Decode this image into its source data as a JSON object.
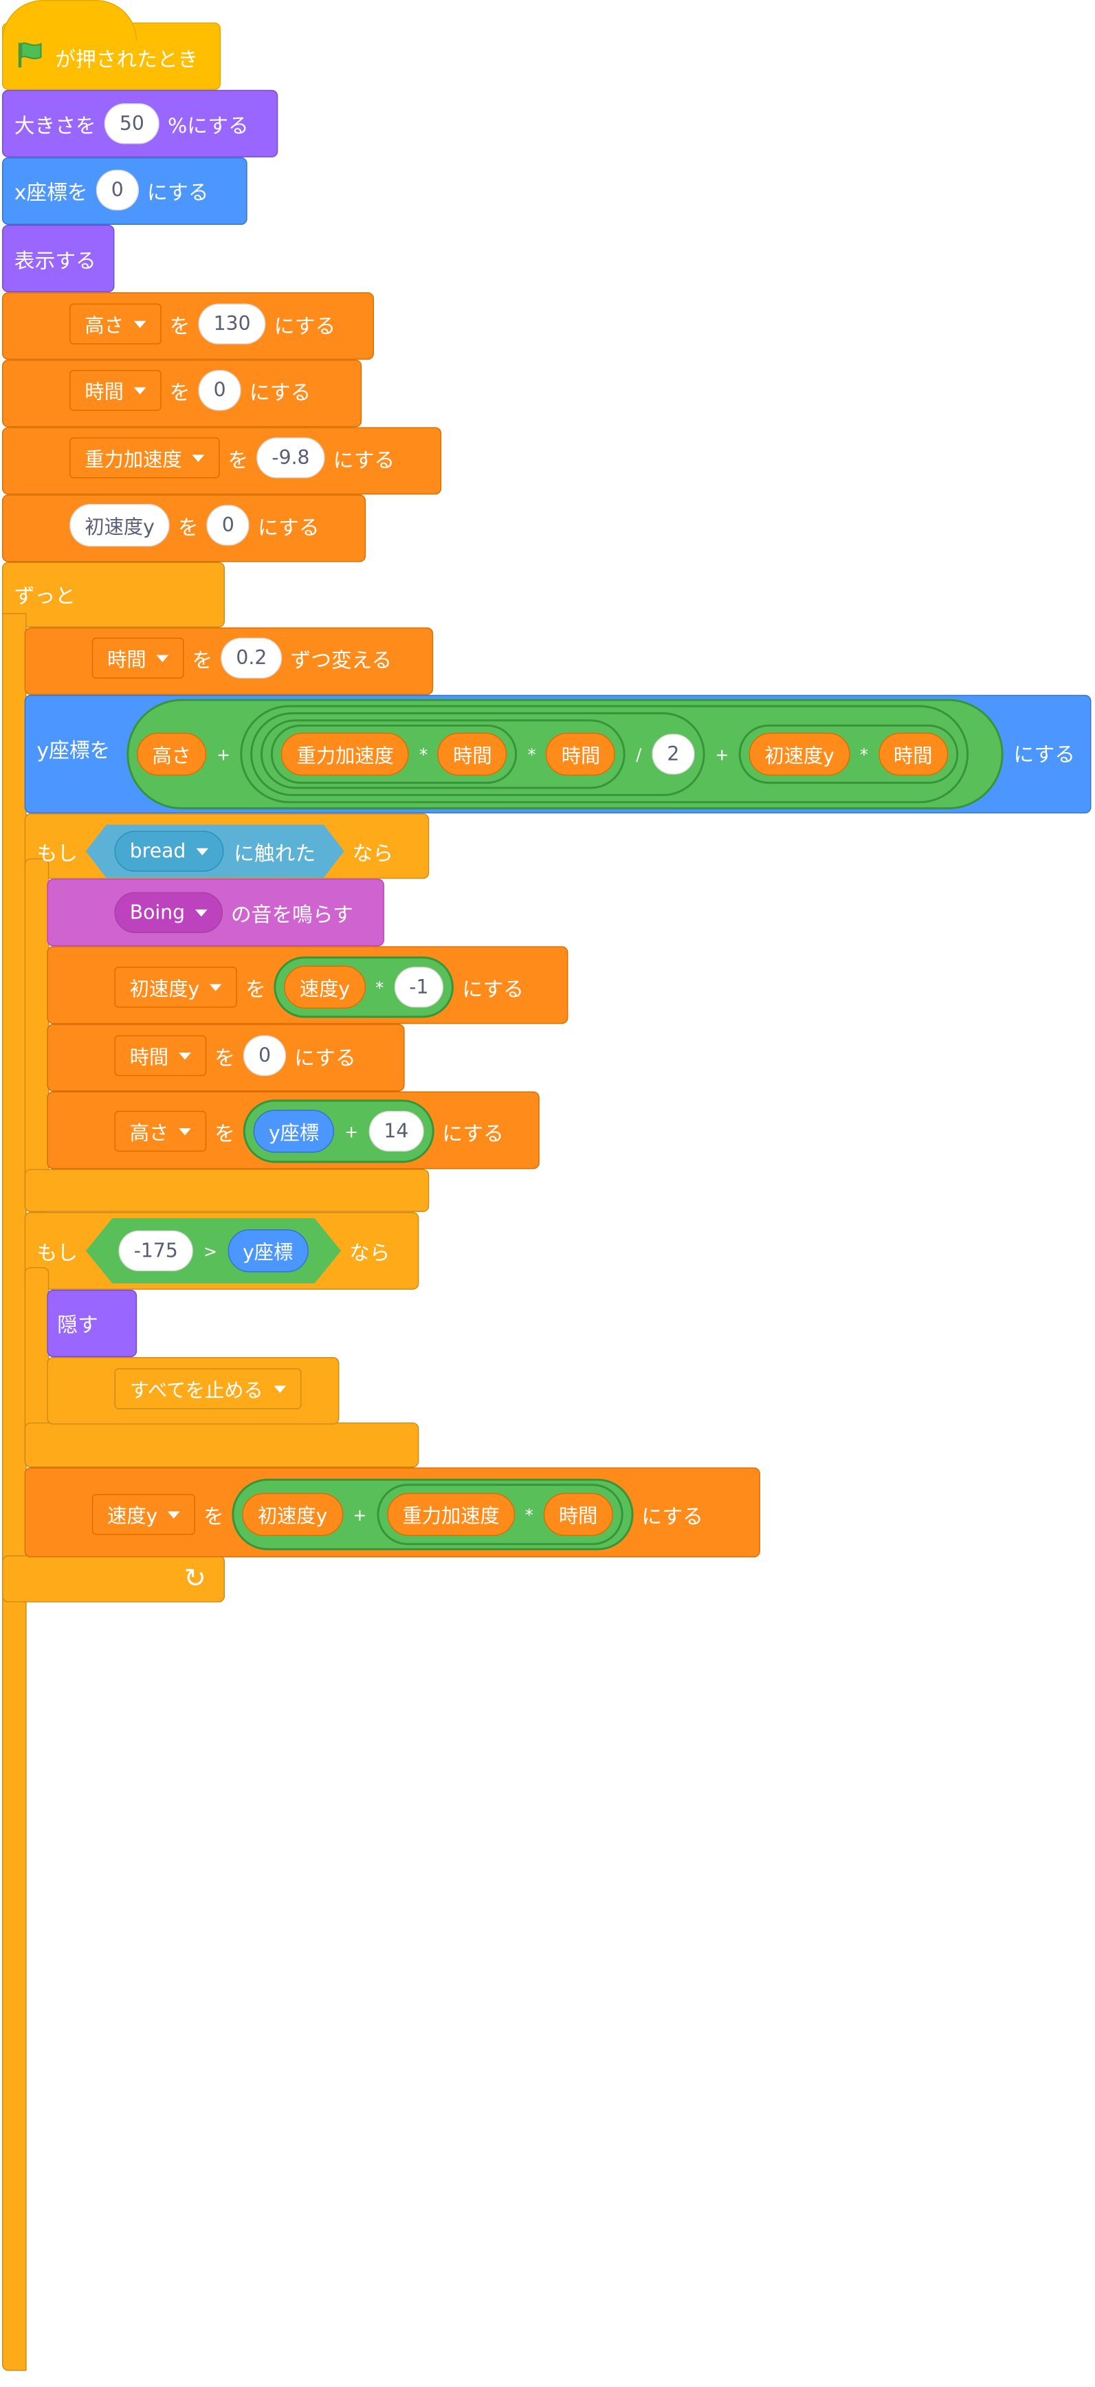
{
  "script": {
    "hat": {
      "flag_icon": "green-flag-icon",
      "label": "が押されたとき"
    },
    "set_size": {
      "prefix": "大きさを",
      "value": "50",
      "suffix": "%にする"
    },
    "set_x": {
      "prefix": "x座標を",
      "value": "0",
      "suffix": "にする"
    },
    "show": {
      "label": "表示する"
    },
    "set_height": {
      "var": "高さ",
      "op": "を",
      "value": "130",
      "suffix": "にする"
    },
    "set_time": {
      "var": "時間",
      "op": "を",
      "value": "0",
      "suffix": "にする"
    },
    "set_gravity": {
      "var": "重力加速度",
      "op": "を",
      "value": "-9.8",
      "suffix": "にする"
    },
    "set_v0": {
      "var": "初速度y",
      "op": "を",
      "value": "0",
      "suffix": "にする"
    },
    "forever": {
      "label": "ずっと"
    },
    "change_time": {
      "var": "時間",
      "op": "を",
      "value": "0.2",
      "suffix": "ずつ変える"
    },
    "set_y": {
      "prefix": "y座標を",
      "height": "高さ",
      "plus": "+",
      "gravity": "重力加速度",
      "mul": "*",
      "time": "時間",
      "div": "/",
      "two": "2",
      "v0": "初速度y",
      "suffix": "にする"
    },
    "if1": {
      "prefix": "もし",
      "sprite": "bread",
      "touch": "に触れた",
      "then": "なら"
    },
    "play_sound": {
      "sound": "Boing",
      "suffix": "の音を鳴らす"
    },
    "set_v0_2": {
      "var": "初速度y",
      "op": "を",
      "speed": "速度y",
      "mul": "*",
      "value": "-1",
      "suffix": "にする"
    },
    "set_time_2": {
      "var": "時間",
      "op": "を",
      "value": "0",
      "suffix": "にする"
    },
    "set_height_2": {
      "var": "高さ",
      "op": "を",
      "ypos": "y座標",
      "plus": "+",
      "value": "14",
      "suffix": "にする"
    },
    "if2": {
      "prefix": "もし",
      "value": "-175",
      "gt": ">",
      "ypos": "y座標",
      "then": "なら"
    },
    "hide": {
      "label": "隠す"
    },
    "stop": {
      "label": "すべてを止める"
    },
    "set_speed": {
      "var": "速度y",
      "op": "を",
      "v0": "初速度y",
      "plus": "+",
      "gravity": "重力加速度",
      "mul": "*",
      "time": "時間",
      "suffix": "にする"
    },
    "loop_arrow": "loop-arrow-icon"
  },
  "colors": {
    "events": "#FFBF00",
    "looks": "#9966FF",
    "motion": "#4C97FF",
    "variables": "#FF8C1A",
    "control": "#FFAB19",
    "sound": "#CF63CF",
    "operators": "#59C059",
    "sensing": "#5CB1D6"
  }
}
